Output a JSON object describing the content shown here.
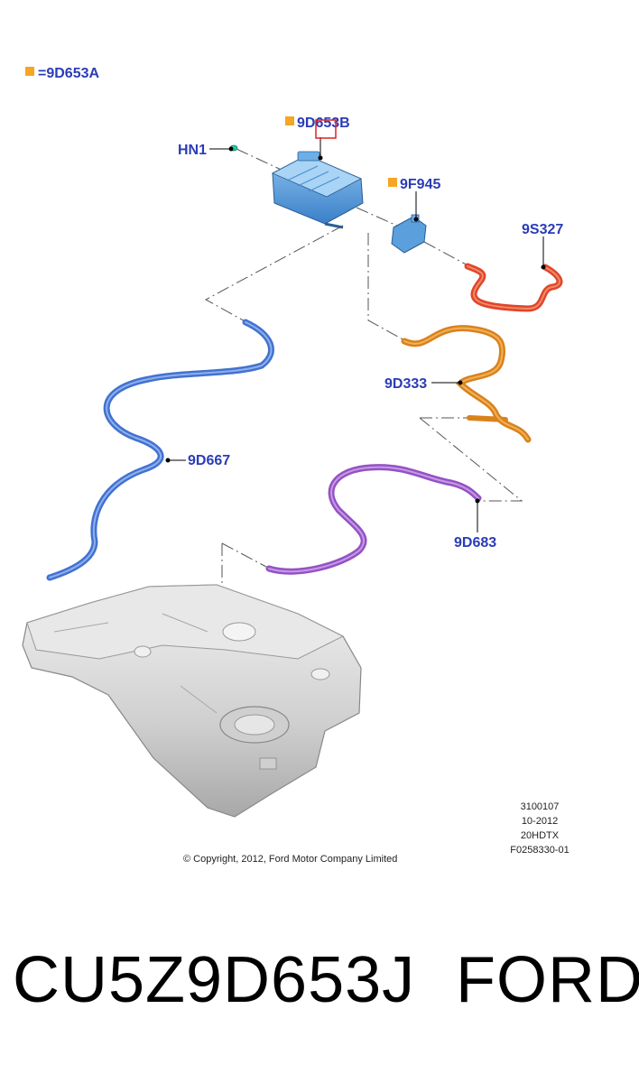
{
  "legend": {
    "swatch_color": "#f5a623",
    "text": "=9D653A"
  },
  "callouts": {
    "hn1": "HN1",
    "p9d653b": "9D653B",
    "p9f945": "9F945",
    "p9s327": "9S327",
    "p9d333": "9D333",
    "p9d667": "9D667",
    "p9d683": "9D683"
  },
  "meta": {
    "code": "3100107",
    "date": "10-2012",
    "model": "20HDTX",
    "figure": "F0258330-01"
  },
  "copyright": "© Copyright, 2012, Ford Motor Company Limited",
  "footer": {
    "part_number": "CU5Z9D653J",
    "brand": "FORD"
  },
  "colors": {
    "label": "#2a3cb8",
    "canister": "#5b9fdc",
    "hose_red": "#e0462a",
    "hose_orange": "#e08a1e",
    "hose_blue": "#4a7bd8",
    "hose_purple": "#9b5fc8",
    "tank": "#d8d8d8"
  }
}
